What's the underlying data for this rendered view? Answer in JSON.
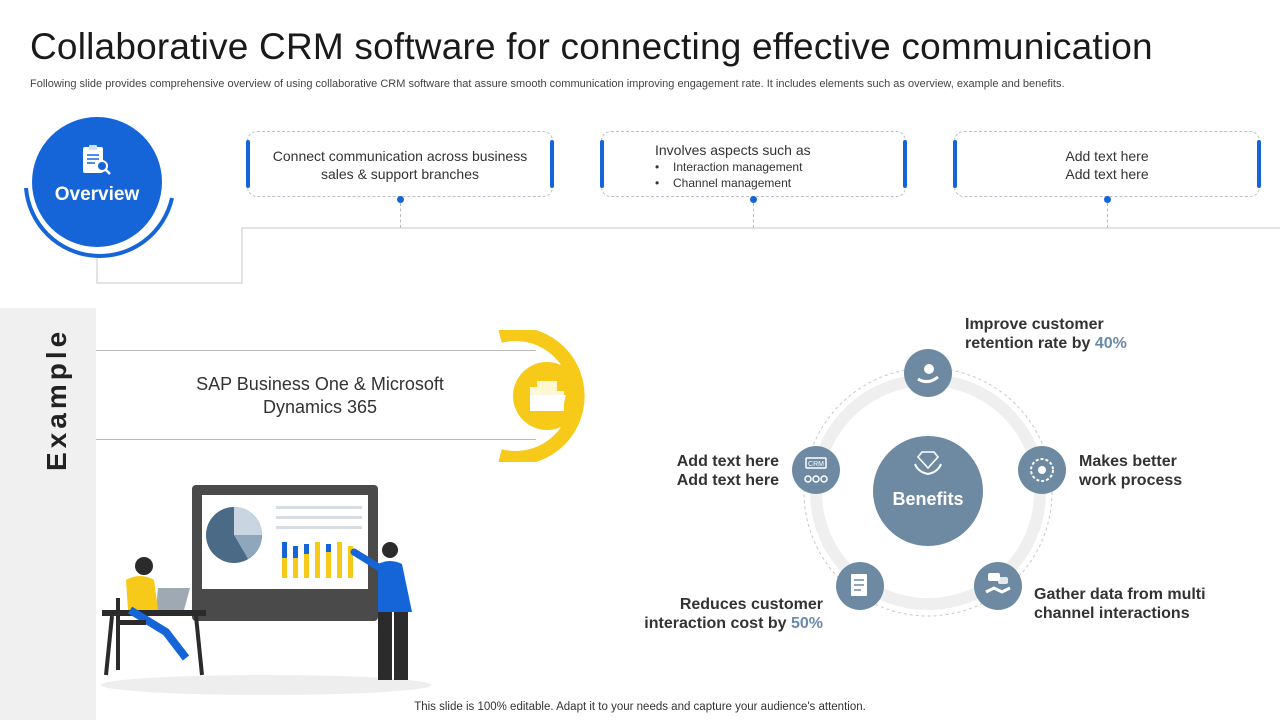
{
  "header": {
    "title": "Collaborative CRM software for connecting effective communication",
    "subtitle": "Following slide provides comprehensive overview of using collaborative CRM software that assure smooth communication improving engagement rate. It includes elements such as overview, example and benefits."
  },
  "overview": {
    "label": "Overview",
    "boxes": [
      {
        "lines": [
          "Connect communication across business",
          "sales & support branches"
        ]
      },
      {
        "heading": "Involves aspects such as",
        "bullets": [
          "Interaction management",
          "Channel management"
        ]
      },
      {
        "lines": [
          "Add text here",
          "Add text here"
        ]
      }
    ]
  },
  "example": {
    "label": "Example",
    "product_line1": "SAP Business One & Microsoft",
    "product_line2": "Dynamics 365"
  },
  "benefits": {
    "center_label": "Benefits",
    "items": [
      {
        "line1": "Improve customer",
        "line2_prefix": "retention rate by ",
        "highlight": "40%"
      },
      {
        "line1": "Makes better",
        "line2": "work process"
      },
      {
        "line1": "Gather data from multi",
        "line2": "channel interactions"
      },
      {
        "line1": "Reduces customer",
        "line2_prefix": "interaction cost by ",
        "highlight": "50%"
      },
      {
        "line1": "Add text here",
        "line2": "Add text here"
      }
    ]
  },
  "footer": {
    "note": "This slide is 100% editable. Adapt it to your needs and capture your audience's attention."
  },
  "colors": {
    "primary_blue": "#1565d8",
    "accent_yellow": "#f7c918",
    "slate": "#6e8aa3"
  }
}
